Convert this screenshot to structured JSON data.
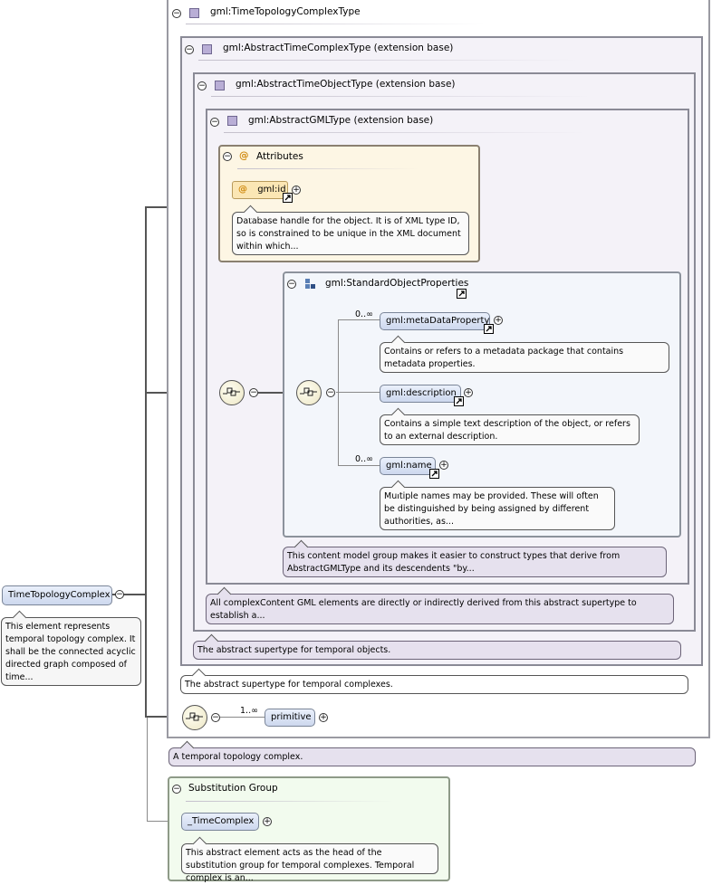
{
  "root": {
    "name": "TimeTopologyComplex",
    "note": "This element represents temporal topology complex. It shall be the connected acyclic directed graph composed of time..."
  },
  "outer_type": {
    "label": "gml:TimeTopologyComplexType",
    "note": "A temporal topology complex."
  },
  "abstract_time_complex": {
    "label": "gml:AbstractTimeComplexType (extension base)",
    "note": "The abstract supertype for temporal complexes."
  },
  "abstract_time_object": {
    "label": "gml:AbstractTimeObjectType (extension base)",
    "note": "The abstract supertype for temporal objects."
  },
  "abstract_gml": {
    "label": "gml:AbstractGMLType (extension base)",
    "note": "All complexContent GML elements are directly or indirectly derived from this abstract supertype to establish a..."
  },
  "attributes": {
    "label": "Attributes",
    "id_label": "gml:id",
    "id_note": "Database handle for the object. It is of XML type ID, so is constrained to be unique in the XML document within which..."
  },
  "standard_props": {
    "label": "gml:StandardObjectProperties",
    "note": "This content model group makes it easier to construct types that derive from AbstractGMLType and its descendents \"by...",
    "items": [
      {
        "name": "gml:metaDataProperty",
        "card": "0..∞",
        "note": "Contains or refers to a metadata package that contains metadata properties."
      },
      {
        "name": "gml:description",
        "card": "",
        "note": "Contains a simple text description of the object, or refers to an external description."
      },
      {
        "name": "gml:name",
        "card": "0..∞",
        "note": "Multiple names may be provided. These will often be distinguished by being assigned by different authorities, as..."
      }
    ]
  },
  "primitive": {
    "name": "primitive",
    "card": "1..∞"
  },
  "substitution": {
    "label": "Substitution Group",
    "element": "_TimeComplex",
    "note": "This abstract element acts as the head of the substitution group for temporal complexes. Temporal complex is an..."
  }
}
